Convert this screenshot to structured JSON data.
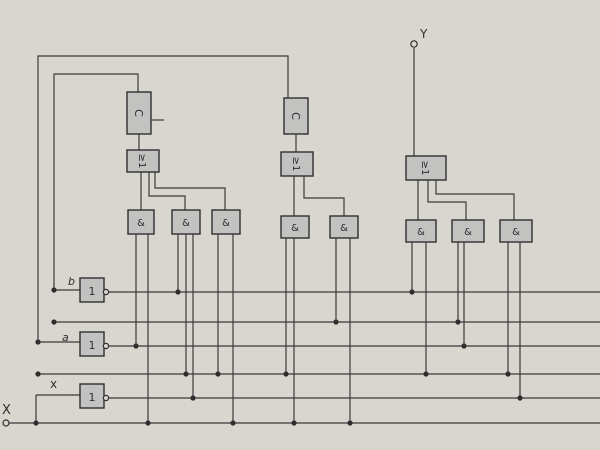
{
  "diagram": {
    "input_labels": {
      "x": "X",
      "x_bus": "x",
      "a": "a",
      "b": "b"
    },
    "output_label": "Y",
    "not_gate_label": "1",
    "and_gate_label": "&",
    "or_gate_label": "≥1",
    "flipflop_label": "C",
    "colors": {
      "paper": "#d9d6d0",
      "ink": "#2e2e2e",
      "box_fill": "#c2c3c1"
    }
  }
}
